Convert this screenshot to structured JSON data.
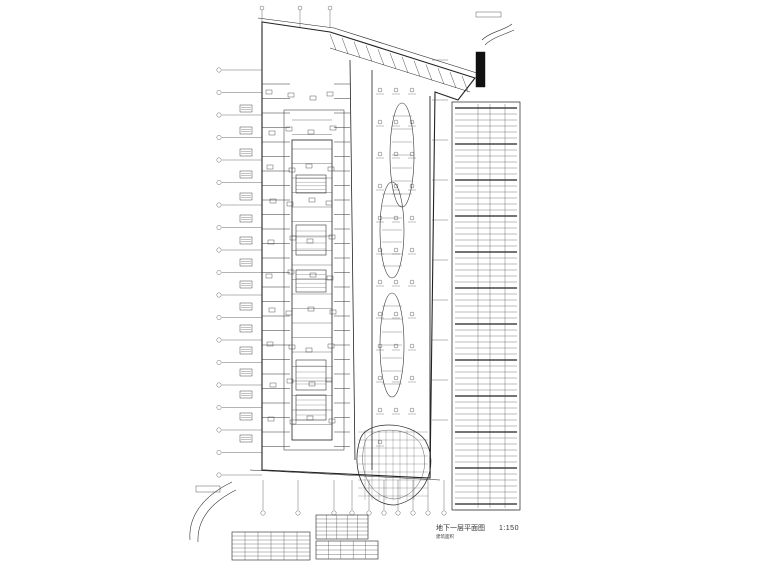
{
  "drawing": {
    "title": "地下一层平面图",
    "scale": "1:150",
    "subtitle": "建筑面积"
  },
  "colors": {
    "line": "#222222",
    "background": "#ffffff",
    "fill": "#111111"
  }
}
